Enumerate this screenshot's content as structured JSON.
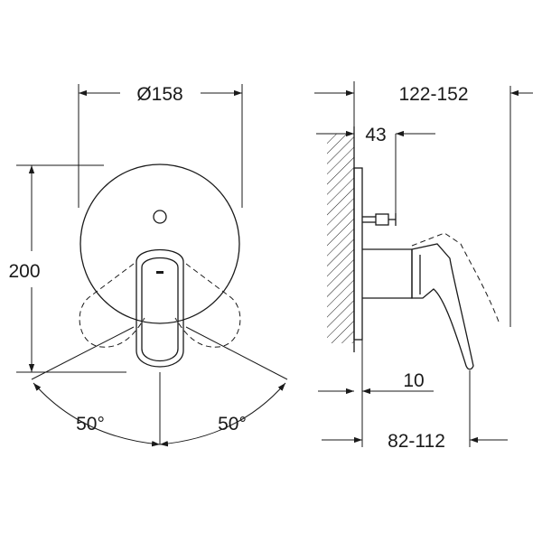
{
  "dimensions": {
    "diameter": "Ø158",
    "height": "200",
    "angle_left": "50°",
    "angle_right": "50°",
    "depth_overall": "122-152",
    "depth_handle": "43",
    "depth_plate": "10",
    "depth_body": "82-112"
  }
}
